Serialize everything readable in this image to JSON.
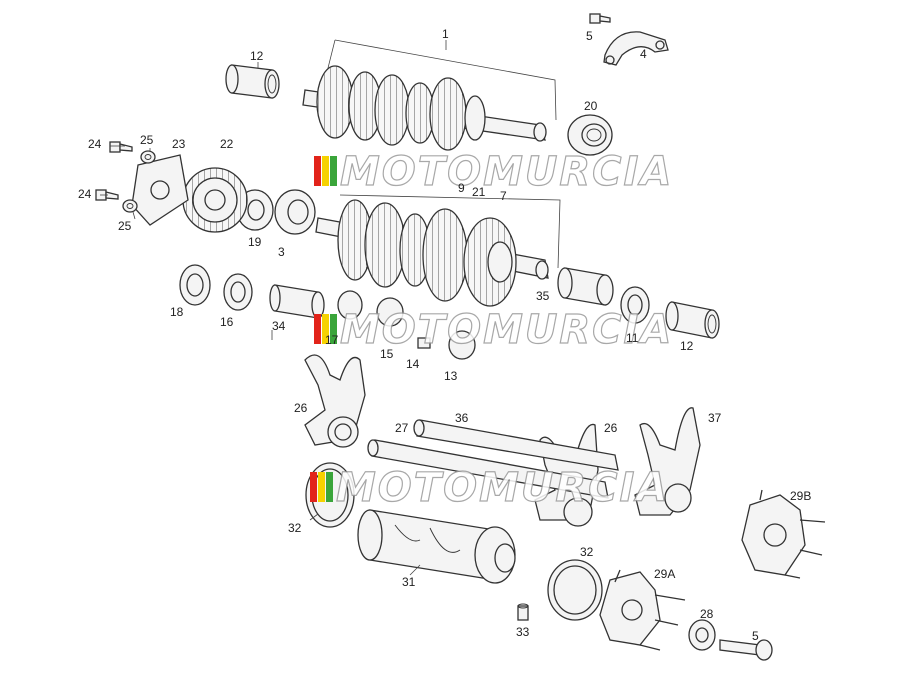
{
  "diagram": {
    "watermark_text": "MOTOMURCIA",
    "watermark_colors": [
      "#e2231a",
      "#f6d200",
      "#3aa53a",
      "#ffffff"
    ],
    "callouts": [
      {
        "id": "c1",
        "label": "1"
      },
      {
        "id": "c4",
        "label": "4"
      },
      {
        "id": "c5a",
        "label": "5"
      },
      {
        "id": "c12a",
        "label": "12"
      },
      {
        "id": "c20",
        "label": "20"
      },
      {
        "id": "c24a",
        "label": "24"
      },
      {
        "id": "c25a",
        "label": "25"
      },
      {
        "id": "c23",
        "label": "23"
      },
      {
        "id": "c22",
        "label": "22"
      },
      {
        "id": "c24b",
        "label": "24"
      },
      {
        "id": "c25b",
        "label": "25"
      },
      {
        "id": "c19",
        "label": "19"
      },
      {
        "id": "c3",
        "label": "3"
      },
      {
        "id": "c9",
        "label": "9"
      },
      {
        "id": "c21",
        "label": "21"
      },
      {
        "id": "c7",
        "label": "7"
      },
      {
        "id": "c35",
        "label": "35"
      },
      {
        "id": "c18",
        "label": "18"
      },
      {
        "id": "c16",
        "label": "16"
      },
      {
        "id": "c34",
        "label": "34"
      },
      {
        "id": "c17",
        "label": "17"
      },
      {
        "id": "c15",
        "label": "15"
      },
      {
        "id": "c14",
        "label": "14"
      },
      {
        "id": "c13",
        "label": "13"
      },
      {
        "id": "c11",
        "label": "11"
      },
      {
        "id": "c12b",
        "label": "12"
      },
      {
        "id": "c26a",
        "label": "26"
      },
      {
        "id": "c27",
        "label": "27"
      },
      {
        "id": "c36",
        "label": "36"
      },
      {
        "id": "c26b",
        "label": "26"
      },
      {
        "id": "c37",
        "label": "37"
      },
      {
        "id": "c32a",
        "label": "32"
      },
      {
        "id": "c31",
        "label": "31"
      },
      {
        "id": "c29b",
        "label": "29B"
      },
      {
        "id": "c32b",
        "label": "32"
      },
      {
        "id": "c29a",
        "label": "29A"
      },
      {
        "id": "c28",
        "label": "28"
      },
      {
        "id": "c33",
        "label": "33"
      },
      {
        "id": "c5b",
        "label": "5"
      }
    ]
  }
}
